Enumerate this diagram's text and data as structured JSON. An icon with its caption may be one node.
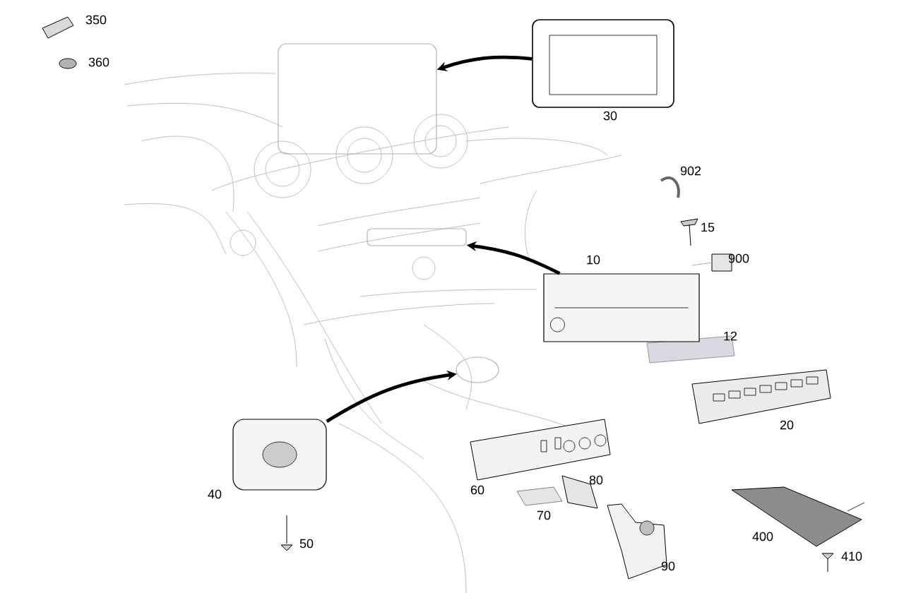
{
  "diagram": {
    "nodes": [
      {
        "text": [],
        "shape": "box"
      },
      {
        "text": [],
        "shape": "box"
      },
      {
        "text": [],
        "shape": "circle"
      },
      {
        "text": [],
        "shape": "picture",
        "beside": [
          "30"
        ]
      },
      {
        "text": [],
        "shape": "picture",
        "beside": [
          "10"
        ]
      },
      {
        "text": [],
        "shape": "picture",
        "beside": [
          "40"
        ]
      }
    ],
    "edges": [
      {
        "from": 3,
        "to": 0,
        "arrow": "to"
      },
      {
        "from": 4,
        "to": 1,
        "arrow": "to"
      },
      {
        "from": 5,
        "to": 2,
        "arrow": "to"
      }
    ],
    "labels": [
      "350",
      "360",
      "902",
      "15",
      "900",
      "12",
      "20",
      "60",
      "80",
      "70",
      "90",
      "400",
      "410",
      "50"
    ]
  }
}
